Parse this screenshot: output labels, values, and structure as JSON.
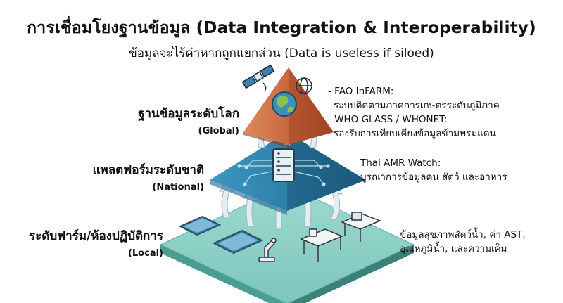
{
  "header": {
    "title": "การเชื่อมโยงฐานข้อมูล (Data Integration & Interoperability)",
    "subtitle": "ข้อมูลจะไร้ค่าหากถูกแยกส่วน (Data is useless if siloed)"
  },
  "levels": {
    "global": {
      "label_th": "ฐานข้อมูลระดับโลก",
      "label_en": "(Global)",
      "desc_lines": [
        "- FAO InFARM:",
        "ระบบติดตามภาคการเกษตรระดับภูมิภาค",
        "- WHO GLASS / WHONET:",
        "รองรับการเทียบเคียงข้อมูลข้ามพรมแดน"
      ]
    },
    "national": {
      "label_th": "แพลตฟอร์มระดับชาติ",
      "label_en": "(National)",
      "desc_lines": [
        "Thai AMR Watch:",
        "บูรณาการข้อมูลคน สัตว์ และอาหาร"
      ]
    },
    "local": {
      "label_th": "ระดับฟาร์ม/ห้องปฏิบัติการ",
      "label_en": "(Local)",
      "desc_lines": [
        "ข้อมูลสุขภาพสัตว์น้ำ, ค่า AST,",
        "อุณหภูมิน้ำ, และความเค็ม"
      ]
    }
  },
  "colors": {
    "top_tier": "#c9673e",
    "mid_tier": "#2d7fa8",
    "base_tier": "#8ed2c8",
    "arrow": "#dfe9ee"
  },
  "icons": [
    "satellite-icon",
    "globe-icon",
    "server-icon",
    "microscope-icon",
    "desk-icon",
    "pond-tank-icon"
  ]
}
